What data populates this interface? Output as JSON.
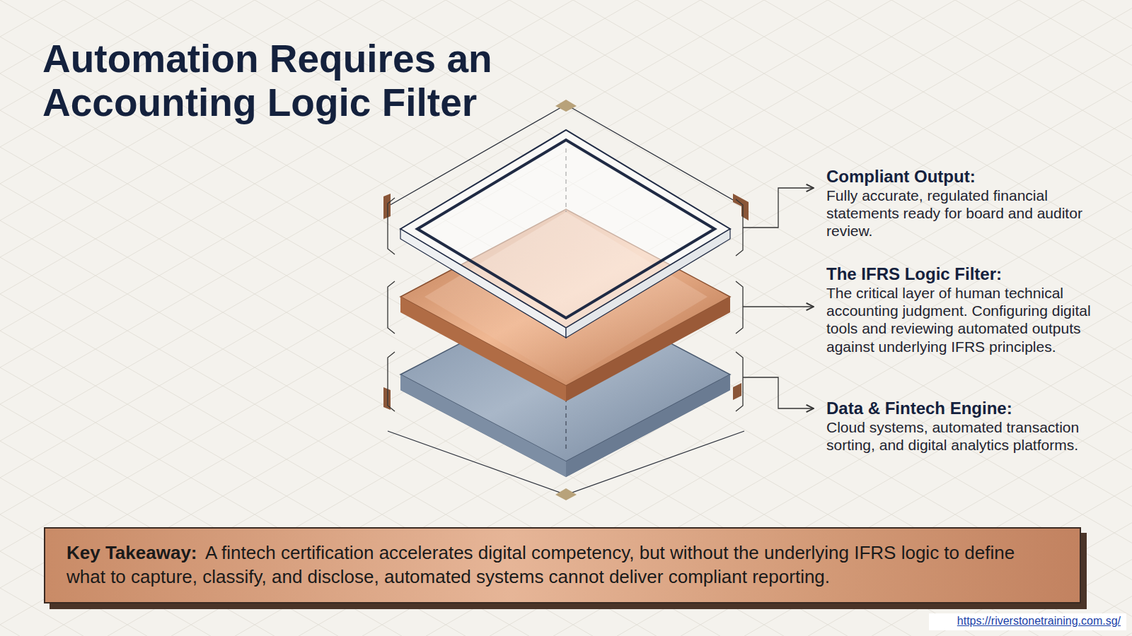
{
  "diagram": {
    "title": "Automation Requires an Accounting Logic Filter",
    "nodes": [
      {
        "text": [
          "Key Takeaway:",
          "A fintech certification accelerates digital competency, but without the underlying IFRS logic to define what to capture, classify, and disclose, automated systems cannot deliver compliant reporting."
        ]
      }
    ],
    "labels": [
      "Compliant Output:",
      "Fully accurate, regulated financial statements ready for board and auditor review.",
      "The IFRS Logic Filter:",
      "The critical layer of human technical accounting judgment. Configuring digital tools and reviewing automated outputs against underlying IFRS principles.",
      "Data & Fintech Engine:",
      "Cloud systems, automated transaction sorting, and digital analytics platforms.",
      "https://riverstonetraining.com.sg/"
    ]
  }
}
